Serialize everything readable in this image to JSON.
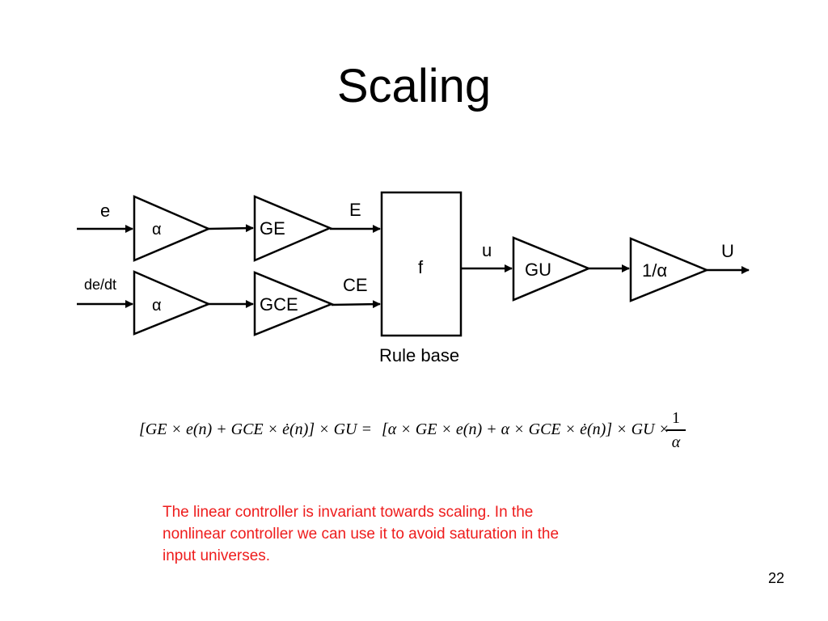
{
  "title": "Scaling",
  "diagram": {
    "input_e": "e",
    "input_dedt": "de/dt",
    "alpha_top": "α",
    "alpha_bottom": "α",
    "ge": "GE",
    "gce": "GCE",
    "signal_E": "E",
    "signal_CE": "CE",
    "block_f": "f",
    "rule_base": "Rule base",
    "signal_u": "u",
    "gu": "GU",
    "inv_alpha": "1/α",
    "output_U": "U"
  },
  "equation": {
    "lhs": "[GE × e(n) + GCE × ė(n)] × GU =",
    "rhs": "[α × GE × e(n) + α × GCE × ė(n)] × GU ×",
    "frac_num": "1",
    "frac_den": "α"
  },
  "note": "The linear controller is invariant towards scaling. In the nonlinear controller we can use it to avoid saturation in the input universes.",
  "page_number": "22"
}
